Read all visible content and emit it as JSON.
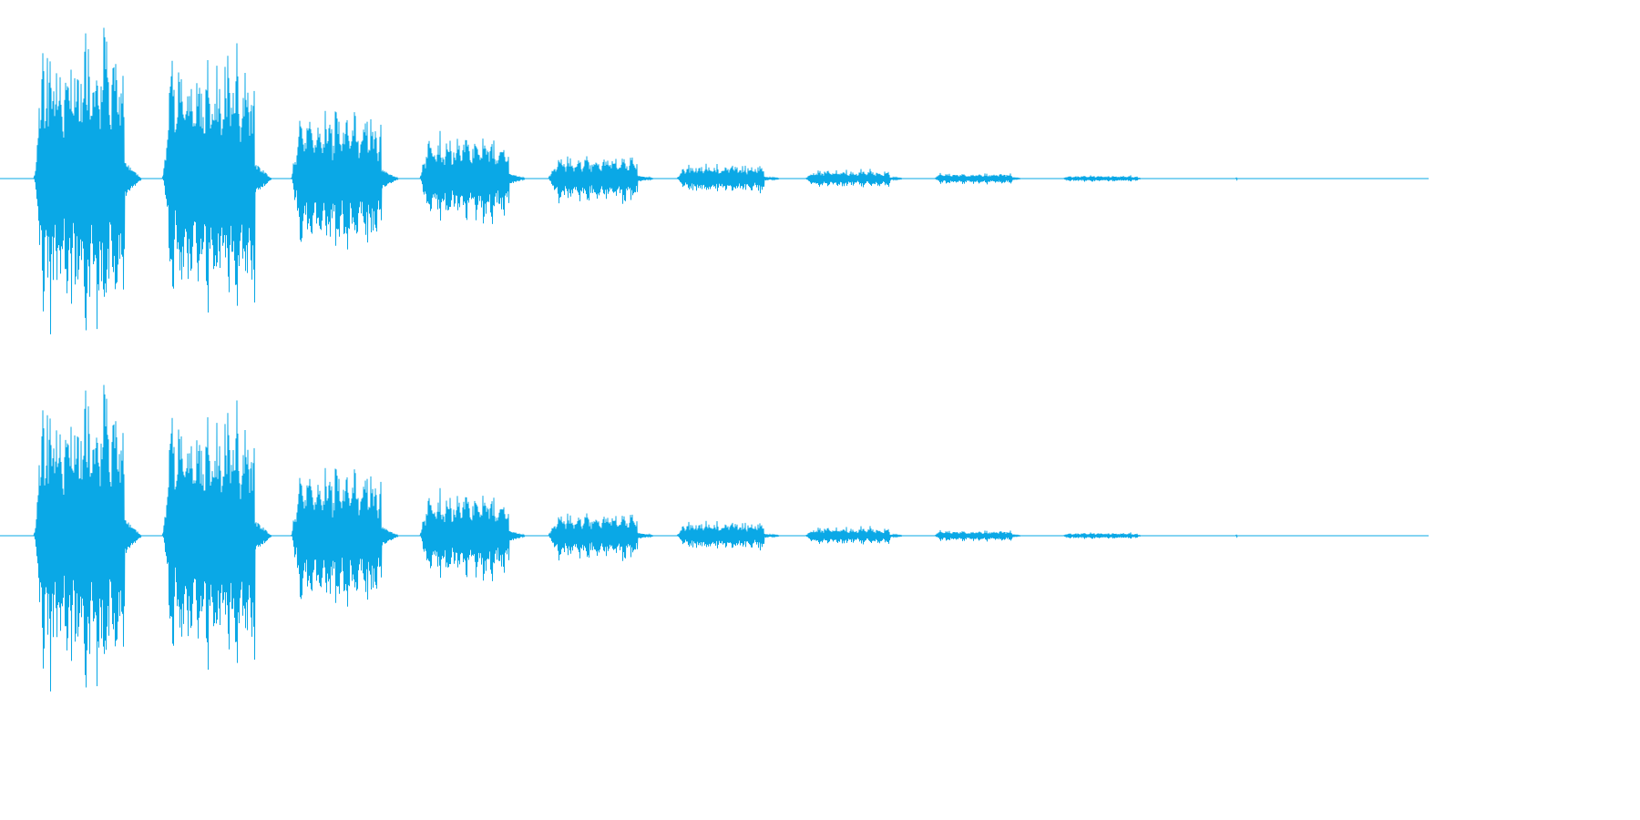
{
  "waveform": {
    "color": "#0aa8e6",
    "background": "#ffffff",
    "channels": [
      "left",
      "right"
    ],
    "bursts": [
      {
        "start": 0.024,
        "end": 0.087,
        "amplitude": 0.88,
        "decay": 0.12
      },
      {
        "start": 0.114,
        "end": 0.178,
        "amplitude": 0.82,
        "decay": 0.1
      },
      {
        "start": 0.204,
        "end": 0.267,
        "amplitude": 0.48,
        "decay": 0.1
      },
      {
        "start": 0.294,
        "end": 0.356,
        "amplitude": 0.28,
        "decay": 0.08
      },
      {
        "start": 0.384,
        "end": 0.446,
        "amplitude": 0.15,
        "decay": 0.06
      },
      {
        "start": 0.474,
        "end": 0.535,
        "amplitude": 0.09,
        "decay": 0.05
      },
      {
        "start": 0.564,
        "end": 0.623,
        "amplitude": 0.055,
        "decay": 0.04
      },
      {
        "start": 0.654,
        "end": 0.708,
        "amplitude": 0.035,
        "decay": 0.03
      },
      {
        "start": 0.744,
        "end": 0.796,
        "amplitude": 0.02,
        "decay": 0.02
      },
      {
        "start": 0.865,
        "end": 0.866,
        "amplitude": 0.01,
        "decay": 0.01
      }
    ]
  }
}
